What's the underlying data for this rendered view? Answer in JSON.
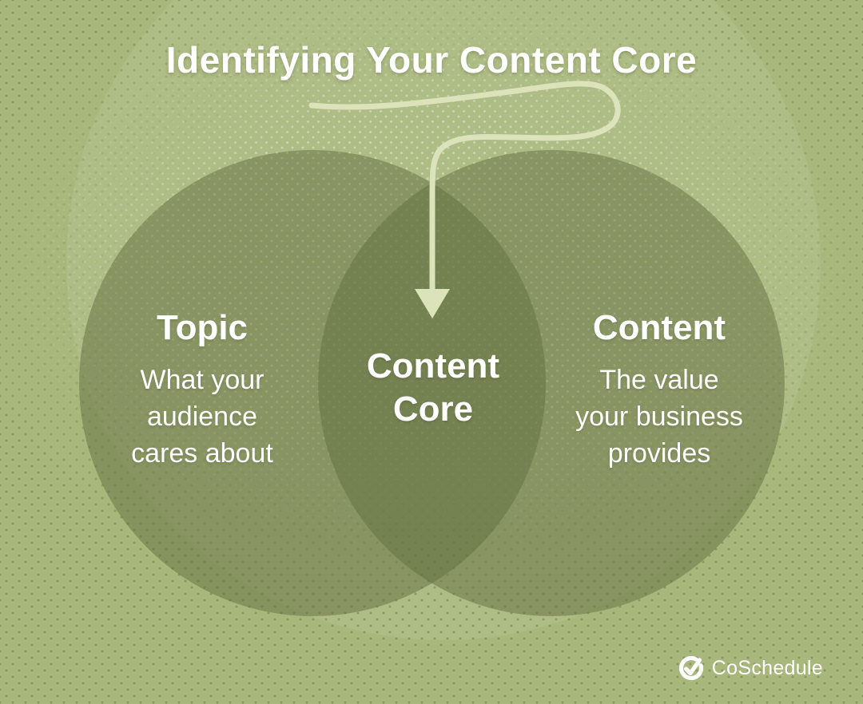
{
  "title": "Identifying Your Content Core",
  "venn": {
    "left": {
      "heading": "Topic",
      "lines": [
        "What your",
        "audience",
        "cares about"
      ]
    },
    "center": {
      "lines": [
        "Content",
        "Core"
      ]
    },
    "right": {
      "heading": "Content",
      "lines": [
        "The value",
        "your business",
        "provides"
      ]
    }
  },
  "footer": {
    "brand": "CoSchedule"
  },
  "colors": {
    "background": "#a8b77b",
    "circle": "#5e6a3e",
    "arrow": "#dce3bb",
    "text": "#ffffff"
  }
}
